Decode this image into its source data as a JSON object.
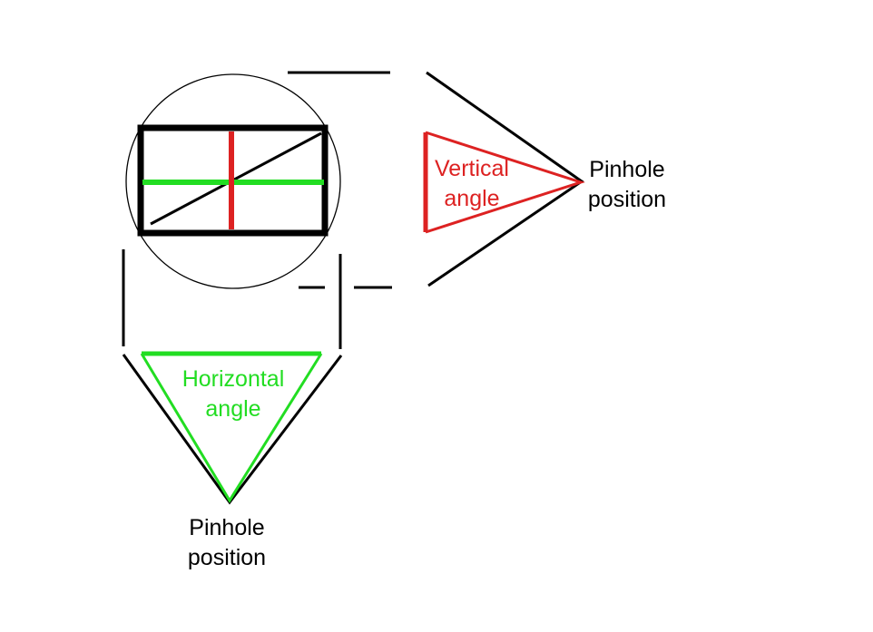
{
  "colors": {
    "black": "#000000",
    "vertical": "#dd2222",
    "horizontal": "#22dd22"
  },
  "labels": {
    "vertical_angle": [
      "Vertical",
      "angle"
    ],
    "horizontal_angle": [
      "Horizontal",
      "angle"
    ],
    "pinhole_right": [
      "Pinhole",
      "position"
    ],
    "pinhole_bottom": [
      "Pinhole",
      "position"
    ]
  }
}
